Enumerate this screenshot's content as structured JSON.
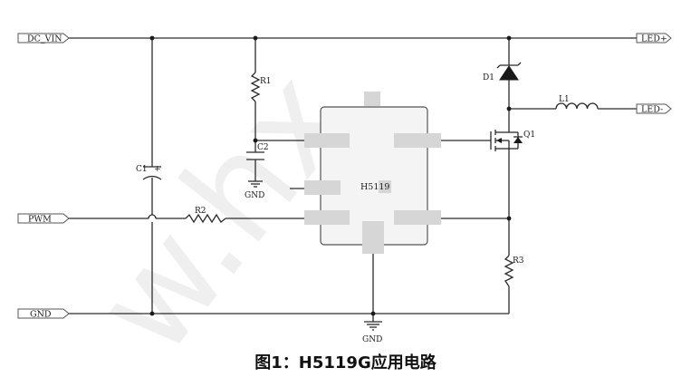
{
  "ports": {
    "dc_vin": "DC_VIN",
    "pwm": "PWM",
    "gnd": "GND",
    "led_plus": "LED+",
    "led_minus": "LED-"
  },
  "components": {
    "r1": "R1",
    "r2": "R2",
    "r3": "R3",
    "c1": "C1",
    "c1_polarity": "+",
    "c2": "C2",
    "d1": "D1",
    "l1": "L1",
    "q1": "Q1",
    "ic_label": "H5119"
  },
  "grounds": {
    "gnd_c2": "GND",
    "gnd_main": "GND"
  },
  "watermark": "w.hx",
  "caption": "图1：H5119G应用电路"
}
